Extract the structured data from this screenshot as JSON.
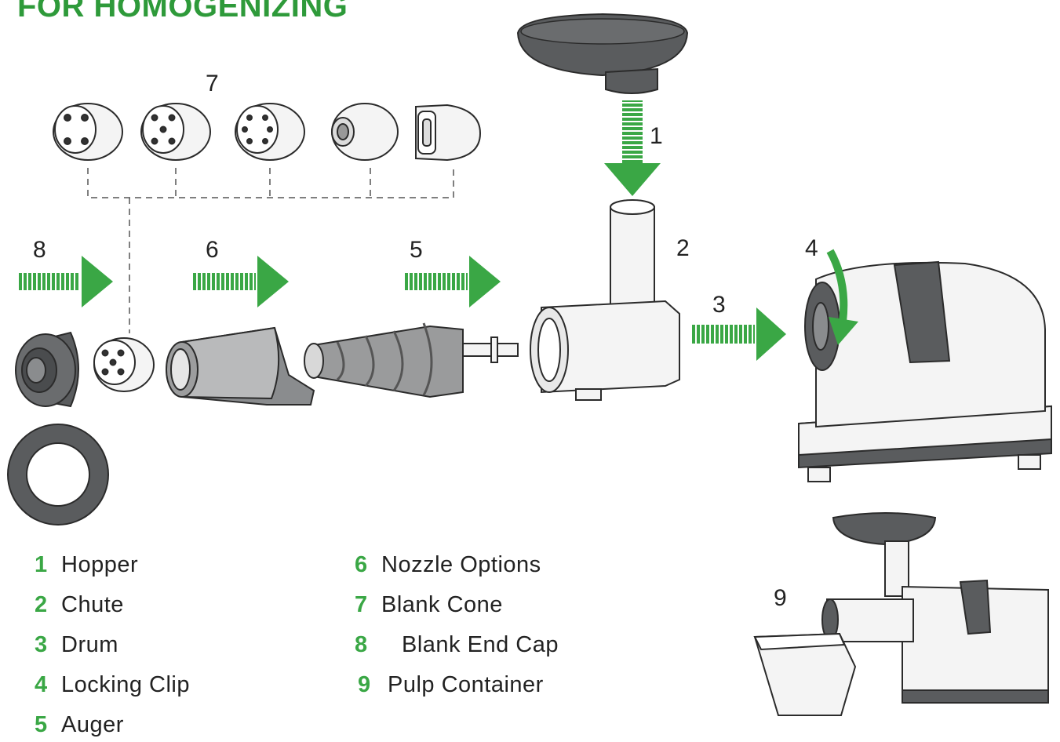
{
  "title": "FOR HOMOGENIZING",
  "colors": {
    "accent": "#3aa745",
    "dark_part": "#555759",
    "outline": "#2b2b2b",
    "light_part": "#f4f4f4"
  },
  "callouts": {
    "c1": "1",
    "c2": "2",
    "c3": "3",
    "c4": "4",
    "c5": "5",
    "c6": "6",
    "c7": "7",
    "c8": "8",
    "c9": "9"
  },
  "legend": [
    {
      "num": "1",
      "label": "Hopper"
    },
    {
      "num": "2",
      "label": "Chute"
    },
    {
      "num": "3",
      "label": "Drum"
    },
    {
      "num": "4",
      "label": "Locking Clip"
    },
    {
      "num": "5",
      "label": "Auger"
    },
    {
      "num": "6",
      "label": "Nozzle Options"
    },
    {
      "num": "7",
      "label": "Blank Cone"
    },
    {
      "num": "8",
      "label": "Blank End Cap"
    },
    {
      "num": "9",
      "label": "Pulp Container"
    }
  ]
}
